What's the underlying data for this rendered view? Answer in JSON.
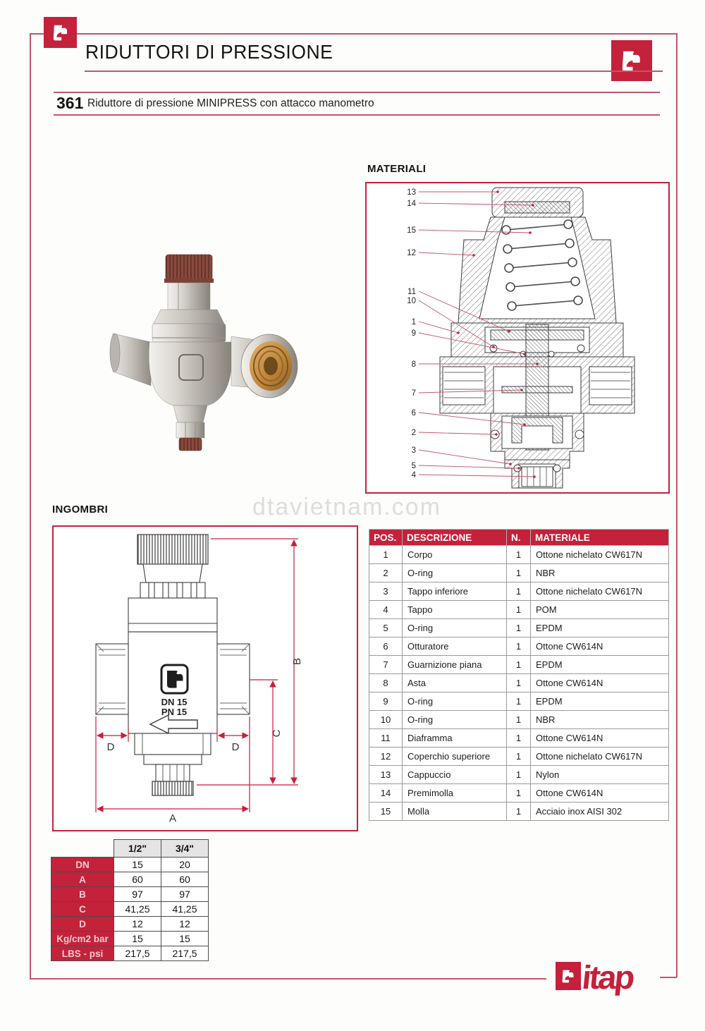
{
  "header": {
    "title": "RIDUTTORI DI PRESSIONE",
    "item_number": "361",
    "item_description": "Riduttore di pressione MINIPRESS con attacco manometro"
  },
  "sections": {
    "materials": "MATERIALI",
    "dimensions": "INGOMBRI"
  },
  "watermark": "dtavietnam.com",
  "brand": {
    "wordmark": "itap"
  },
  "colors": {
    "accent_red": "#c4213a",
    "leader_red": "#c4556a",
    "dim_label_pink": "#f2cbd1",
    "header_gray": "#e4e4e4"
  },
  "materials_diagram": {
    "callouts": [
      "13",
      "14",
      "15",
      "12",
      "11",
      "10",
      "1",
      "9",
      "8",
      "7",
      "6",
      "2",
      "3",
      "5",
      "4"
    ]
  },
  "dimension_diagram": {
    "labels": {
      "A": "A",
      "B": "B",
      "C": "C",
      "D_left": "D",
      "D_right": "D"
    },
    "body_marking_line1": "DN 15",
    "body_marking_line2": "PN 15"
  },
  "materials_table": {
    "headers": [
      "POS.",
      "DESCRIZIONE",
      "N.",
      "MATERIALE"
    ],
    "rows": [
      [
        "1",
        "Corpo",
        "1",
        "Ottone nichelato CW617N"
      ],
      [
        "2",
        "O-ring",
        "1",
        "NBR"
      ],
      [
        "3",
        "Tappo inferiore",
        "1",
        "Ottone nichelato CW617N"
      ],
      [
        "4",
        "Tappo",
        "1",
        "POM"
      ],
      [
        "5",
        "O-ring",
        "1",
        "EPDM"
      ],
      [
        "6",
        "Otturatore",
        "1",
        "Ottone CW614N"
      ],
      [
        "7",
        "Guarnizione piana",
        "1",
        "EPDM"
      ],
      [
        "8",
        "Asta",
        "1",
        "Ottone CW614N"
      ],
      [
        "9",
        "O-ring",
        "1",
        "EPDM"
      ],
      [
        "10",
        "O-ring",
        "1",
        "NBR"
      ],
      [
        "11",
        "Diaframma",
        "1",
        "Ottone CW614N"
      ],
      [
        "12",
        "Coperchio superiore",
        "1",
        "Ottone nichelato CW617N"
      ],
      [
        "13",
        "Cappuccio",
        "1",
        "Nylon"
      ],
      [
        "14",
        "Premimolla",
        "1",
        "Ottone CW614N"
      ],
      [
        "15",
        "Molla",
        "1",
        "Acciaio inox AISI 302"
      ]
    ]
  },
  "dimensions_table": {
    "col_headers": [
      "1/2\"",
      "3/4\""
    ],
    "rows": [
      [
        "DN",
        "15",
        "20"
      ],
      [
        "A",
        "60",
        "60"
      ],
      [
        "B",
        "97",
        "97"
      ],
      [
        "C",
        "41,25",
        "41,25"
      ],
      [
        "D",
        "12",
        "12"
      ],
      [
        "Kg/cm2 bar",
        "15",
        "15"
      ],
      [
        "LBS - psi",
        "217,5",
        "217,5"
      ]
    ]
  }
}
